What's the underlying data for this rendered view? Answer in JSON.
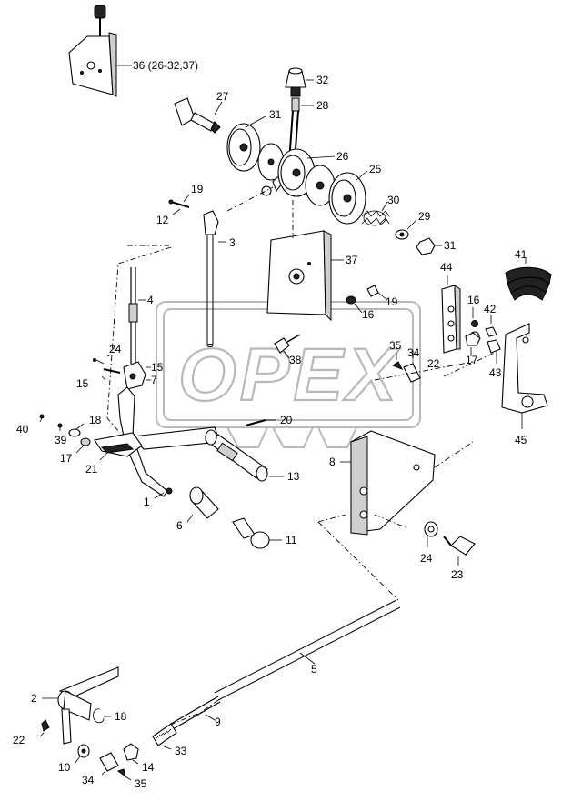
{
  "watermark": {
    "text": "OPEX"
  },
  "callouts": [
    {
      "id": "c36",
      "text": "36 (26-32,37)"
    },
    {
      "id": "c32",
      "text": "32"
    },
    {
      "id": "c27",
      "text": "27"
    },
    {
      "id": "c28",
      "text": "28"
    },
    {
      "id": "c31a",
      "text": "31"
    },
    {
      "id": "c26",
      "text": "26"
    },
    {
      "id": "c25",
      "text": "25"
    },
    {
      "id": "c19a",
      "text": "19"
    },
    {
      "id": "c30",
      "text": "30"
    },
    {
      "id": "c12",
      "text": "12"
    },
    {
      "id": "c29",
      "text": "29"
    },
    {
      "id": "c3",
      "text": "3"
    },
    {
      "id": "c31b",
      "text": "31"
    },
    {
      "id": "c37",
      "text": "37"
    },
    {
      "id": "c41",
      "text": "41"
    },
    {
      "id": "c44",
      "text": "44"
    },
    {
      "id": "c4",
      "text": "4"
    },
    {
      "id": "c19b",
      "text": "19"
    },
    {
      "id": "c16a",
      "text": "16"
    },
    {
      "id": "c16b",
      "text": "16"
    },
    {
      "id": "c42",
      "text": "42"
    },
    {
      "id": "c24a",
      "text": "24"
    },
    {
      "id": "c35a",
      "text": "35"
    },
    {
      "id": "c34a",
      "text": "34"
    },
    {
      "id": "c38",
      "text": "38"
    },
    {
      "id": "c17a",
      "text": "17"
    },
    {
      "id": "c15a",
      "text": "15"
    },
    {
      "id": "c22a",
      "text": "22"
    },
    {
      "id": "c43",
      "text": "43"
    },
    {
      "id": "c15b",
      "text": "15"
    },
    {
      "id": "c7",
      "text": "7"
    },
    {
      "id": "c40",
      "text": "40"
    },
    {
      "id": "c18a",
      "text": "18"
    },
    {
      "id": "c20",
      "text": "20"
    },
    {
      "id": "c39",
      "text": "39"
    },
    {
      "id": "c45",
      "text": "45"
    },
    {
      "id": "c17b",
      "text": "17"
    },
    {
      "id": "c21",
      "text": "21"
    },
    {
      "id": "c8",
      "text": "8"
    },
    {
      "id": "c13",
      "text": "13"
    },
    {
      "id": "c1",
      "text": "1"
    },
    {
      "id": "c6",
      "text": "6"
    },
    {
      "id": "c11",
      "text": "11"
    },
    {
      "id": "c24b",
      "text": "24"
    },
    {
      "id": "c23",
      "text": "23"
    },
    {
      "id": "c5",
      "text": "5"
    },
    {
      "id": "c2",
      "text": "2"
    },
    {
      "id": "c9",
      "text": "9"
    },
    {
      "id": "c18b",
      "text": "18"
    },
    {
      "id": "c22b",
      "text": "22"
    },
    {
      "id": "c33",
      "text": "33"
    },
    {
      "id": "c10",
      "text": "10"
    },
    {
      "id": "c14",
      "text": "14"
    },
    {
      "id": "c34b",
      "text": "34"
    },
    {
      "id": "c35b",
      "text": "35"
    }
  ]
}
